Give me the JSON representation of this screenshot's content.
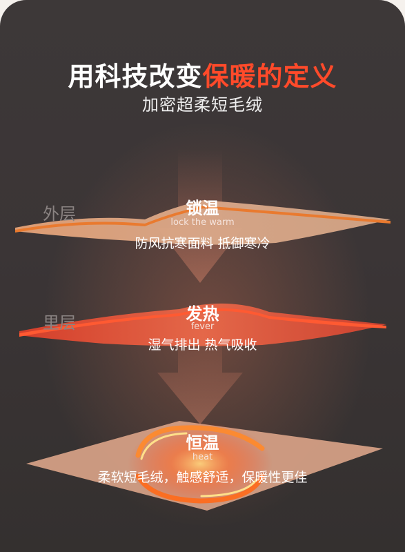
{
  "title": {
    "part1": "用科技改变",
    "part2": "保暖的定义"
  },
  "subtitle": "加密超柔短毛绒",
  "layers": [
    {
      "side": "外层",
      "title": "锁温",
      "en": "lock the warm",
      "desc": "防风抗寒面料 抵御寒冷"
    },
    {
      "side": "里层",
      "title": "发热",
      "en": "fever",
      "desc": "湿气排出 热气吸收"
    },
    {
      "side": "",
      "title": "恒温",
      "en": "heat",
      "desc": "柔软短毛绒，触感舒适，保暖性更佳"
    }
  ],
  "colors": {
    "accent": "#ff4a2a",
    "outer_layer": "#d9a27e",
    "inner_layer": "#e0472f",
    "base_layer": "#d8a287"
  }
}
